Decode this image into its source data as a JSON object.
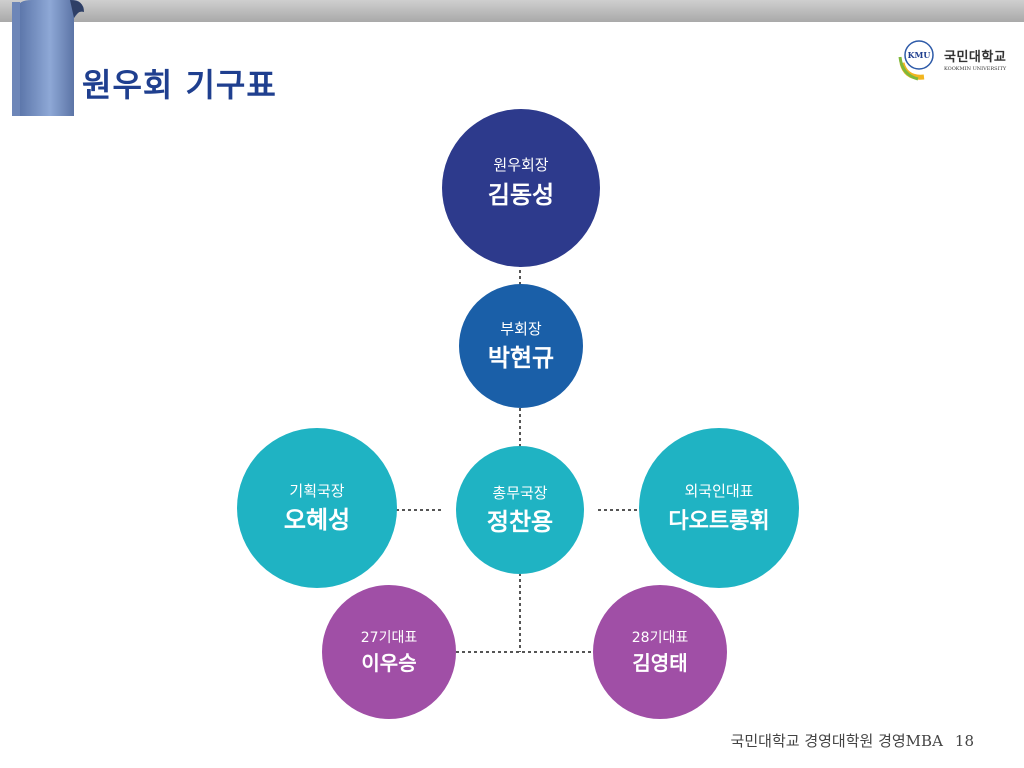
{
  "slide": {
    "title": "원우회 기구표",
    "footer_text": "국민대학교 경영대학원 경영MBA",
    "page_number": "18"
  },
  "logo": {
    "mark": "KMU",
    "name_ko": "국민대학교",
    "name_en": "KOOKMIN UNIVERSITY"
  },
  "colors": {
    "title": "#1f3f8f",
    "navy": "#2d3a8c",
    "blue": "#1a5fa8",
    "teal": "#1fb3c3",
    "purple": "#a04fa6",
    "connector": "#555555"
  },
  "org": {
    "president": {
      "role": "원우회장",
      "name": "김동성"
    },
    "vice_president": {
      "role": "부회장",
      "name": "박현규"
    },
    "planning_director": {
      "role": "기획국장",
      "name": "오혜성"
    },
    "general_director": {
      "role": "총무국장",
      "name": "정찬용"
    },
    "foreign_rep": {
      "role": "외국인대표",
      "name": "다오트롱휘"
    },
    "rep_27": {
      "role": "27기대표",
      "name": "이우승"
    },
    "rep_28": {
      "role": "28기대표",
      "name": "김영태"
    }
  }
}
